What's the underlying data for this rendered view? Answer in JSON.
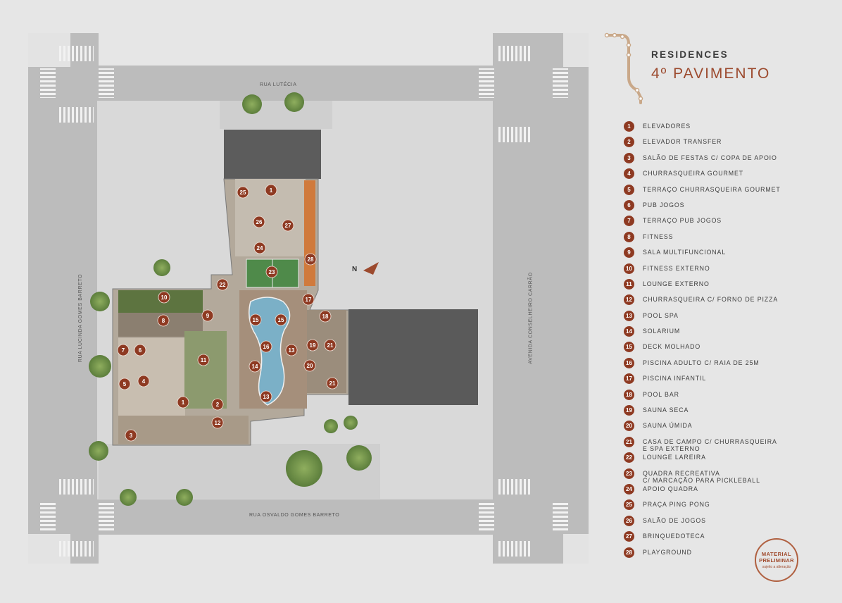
{
  "header": {
    "subtitle": "RESIDENCES",
    "title": "4º PAVIMENTO"
  },
  "streets": {
    "top": "RUA LUTÉCIA",
    "bottom": "RUA OSVALDO GOMES BARRETO",
    "left": "RUA LUCINDA GOMES BARRETO",
    "right": "AVENIDA CONSELHEIRO CARRÃO"
  },
  "north_label": "N",
  "legend": [
    {
      "num": "1",
      "label": "ELEVADORES"
    },
    {
      "num": "2",
      "label": "ELEVADOR TRANSFER"
    },
    {
      "num": "3",
      "label": "SALÃO DE FESTAS C/ COPA DE APOIO"
    },
    {
      "num": "4",
      "label": "CHURRASQUEIRA GOURMET"
    },
    {
      "num": "5",
      "label": "TERRAÇO CHURRASQUEIRA GOURMET"
    },
    {
      "num": "6",
      "label": "PUB JOGOS"
    },
    {
      "num": "7",
      "label": "TERRAÇO PUB JOGOS"
    },
    {
      "num": "8",
      "label": "FITNESS"
    },
    {
      "num": "9",
      "label": "SALA MULTIFUNCIONAL"
    },
    {
      "num": "10",
      "label": "FITNESS EXTERNO"
    },
    {
      "num": "11",
      "label": "LOUNGE EXTERNO"
    },
    {
      "num": "12",
      "label": "CHURRASQUEIRA C/ FORNO DE PIZZA"
    },
    {
      "num": "13",
      "label": "POOL SPA"
    },
    {
      "num": "14",
      "label": "SOLARIUM"
    },
    {
      "num": "15",
      "label": "DECK MOLHADO"
    },
    {
      "num": "16",
      "label": "PISCINA ADULTO C/ RAIA DE 25M"
    },
    {
      "num": "17",
      "label": "PISCINA INFANTIL"
    },
    {
      "num": "18",
      "label": "POOL BAR"
    },
    {
      "num": "19",
      "label": "SAUNA SECA"
    },
    {
      "num": "20",
      "label": "SAUNA ÚMIDA"
    },
    {
      "num": "21",
      "label": "CASA DE CAMPO C/ CHURRASQUEIRA\nE SPA EXTERNO"
    },
    {
      "num": "22",
      "label": "LOUNGE LAREIRA"
    },
    {
      "num": "23",
      "label": "QUADRA RECREATIVA\nC/ MARCAÇÃO PARA PICKLEBALL"
    },
    {
      "num": "24",
      "label": "APOIO QUADRA"
    },
    {
      "num": "25",
      "label": "PRAÇA PING PONG"
    },
    {
      "num": "26",
      "label": "SALÃO DE JOGOS"
    },
    {
      "num": "27",
      "label": "BRINQUEDOTECA"
    },
    {
      "num": "28",
      "label": "PLAYGROUND"
    }
  ],
  "markers": [
    {
      "num": "1"
    },
    {
      "num": "2"
    },
    {
      "num": "3"
    },
    {
      "num": "4"
    },
    {
      "num": "5"
    },
    {
      "num": "6"
    },
    {
      "num": "7"
    },
    {
      "num": "8"
    },
    {
      "num": "9"
    },
    {
      "num": "10"
    },
    {
      "num": "11"
    },
    {
      "num": "12"
    },
    {
      "num": "13"
    },
    {
      "num": "14"
    },
    {
      "num": "15"
    },
    {
      "num": "15"
    },
    {
      "num": "15"
    },
    {
      "num": "16"
    },
    {
      "num": "13"
    },
    {
      "num": "17"
    },
    {
      "num": "18"
    },
    {
      "num": "19"
    },
    {
      "num": "21"
    },
    {
      "num": "20"
    },
    {
      "num": "21"
    },
    {
      "num": "22"
    },
    {
      "num": "23"
    },
    {
      "num": "24"
    },
    {
      "num": "25"
    },
    {
      "num": "26"
    },
    {
      "num": "27"
    },
    {
      "num": "28"
    },
    {
      "num": "1"
    }
  ],
  "stamp": {
    "line1": "MATERIAL",
    "line2": "PRELIMINAR",
    "line3": "sujeito a alteração"
  },
  "colors": {
    "accent": "#8e3a22",
    "gold": "#c9a889",
    "road": "#bdbdbd",
    "block": "#d8d8d8"
  }
}
